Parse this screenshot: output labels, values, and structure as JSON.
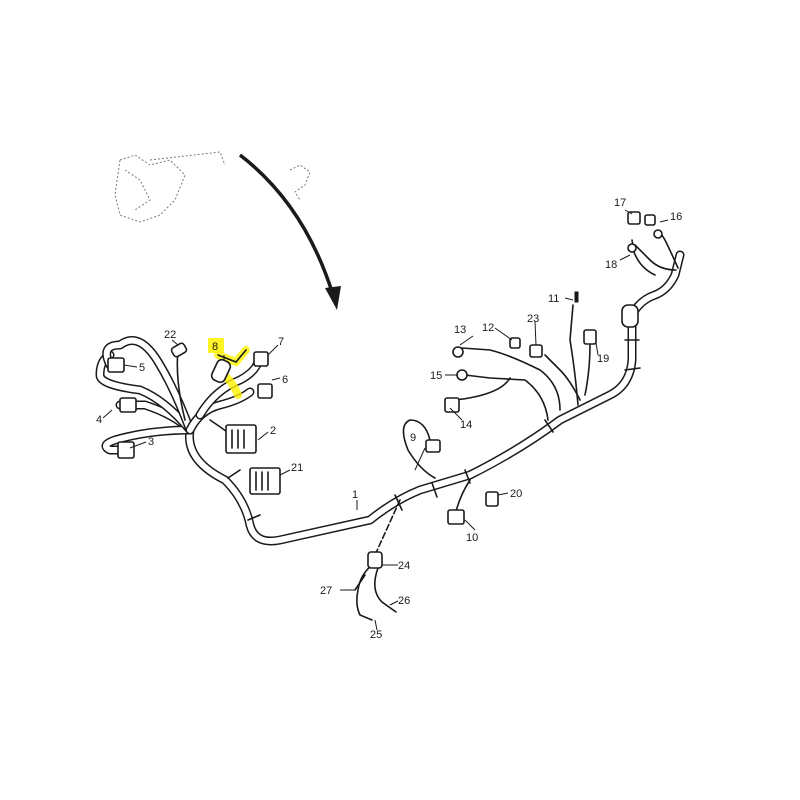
{
  "diagram": {
    "callouts": [
      "1",
      "2",
      "3",
      "4",
      "5",
      "6",
      "7",
      "8",
      "9",
      "10",
      "11",
      "12",
      "13",
      "14",
      "15",
      "16",
      "17",
      "18",
      "19",
      "20",
      "21",
      "22",
      "23",
      "24",
      "25",
      "26",
      "27"
    ],
    "highlighted_callout": "8",
    "colors": {
      "line": "#1a1a1a",
      "highlight": "#fff200",
      "background": "#ffffff"
    }
  }
}
